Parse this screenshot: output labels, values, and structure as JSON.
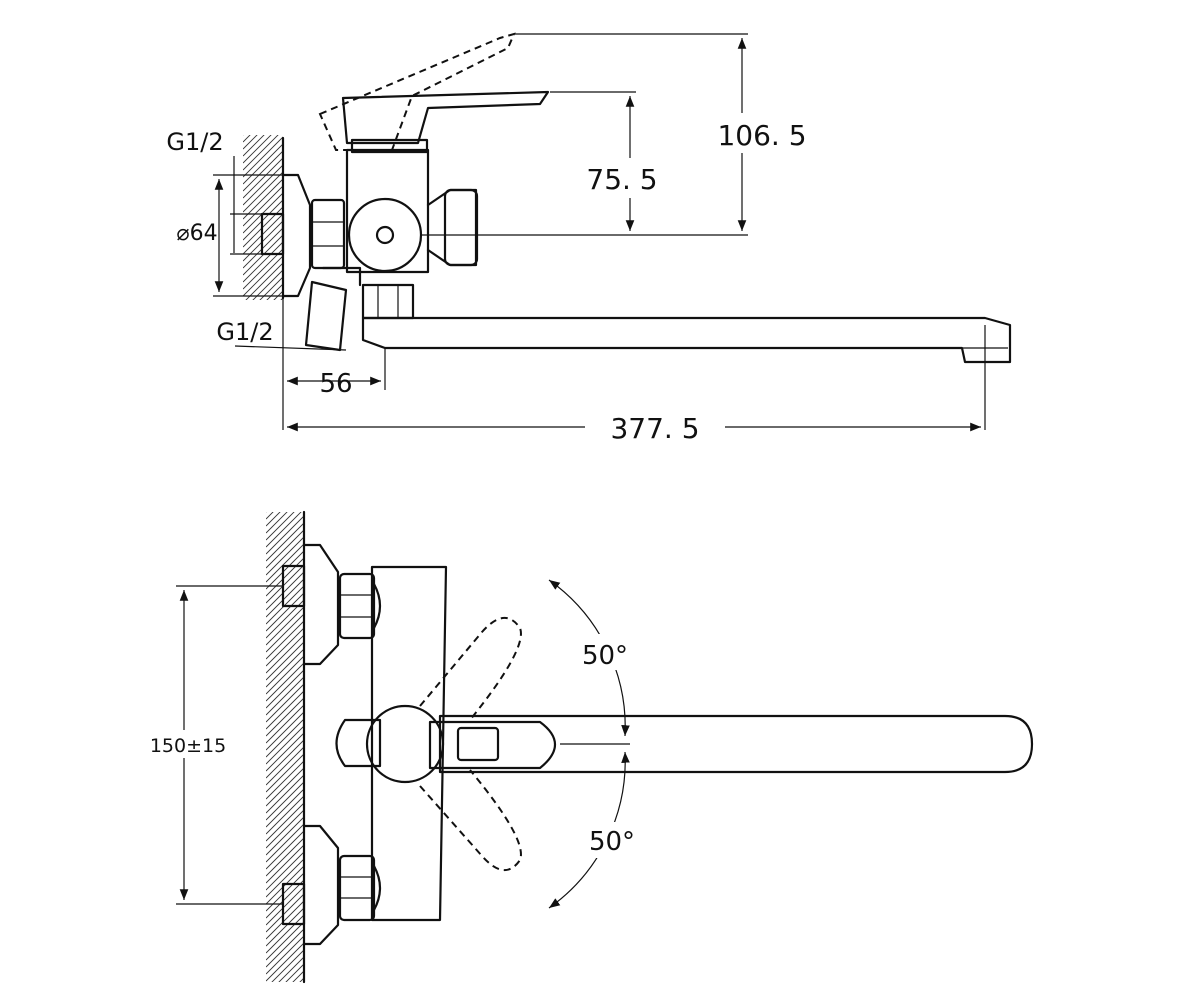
{
  "drawing": {
    "dimensions": {
      "height_lever": "106. 5",
      "height_outlet": "75. 5",
      "thread_top": "G1/2",
      "thread_bottom": "G1/2",
      "diameter": "⌀64",
      "offset": "56",
      "total_length": "377. 5",
      "center_distance": "150±15",
      "angle_up": "50°",
      "angle_down": "50°"
    }
  }
}
